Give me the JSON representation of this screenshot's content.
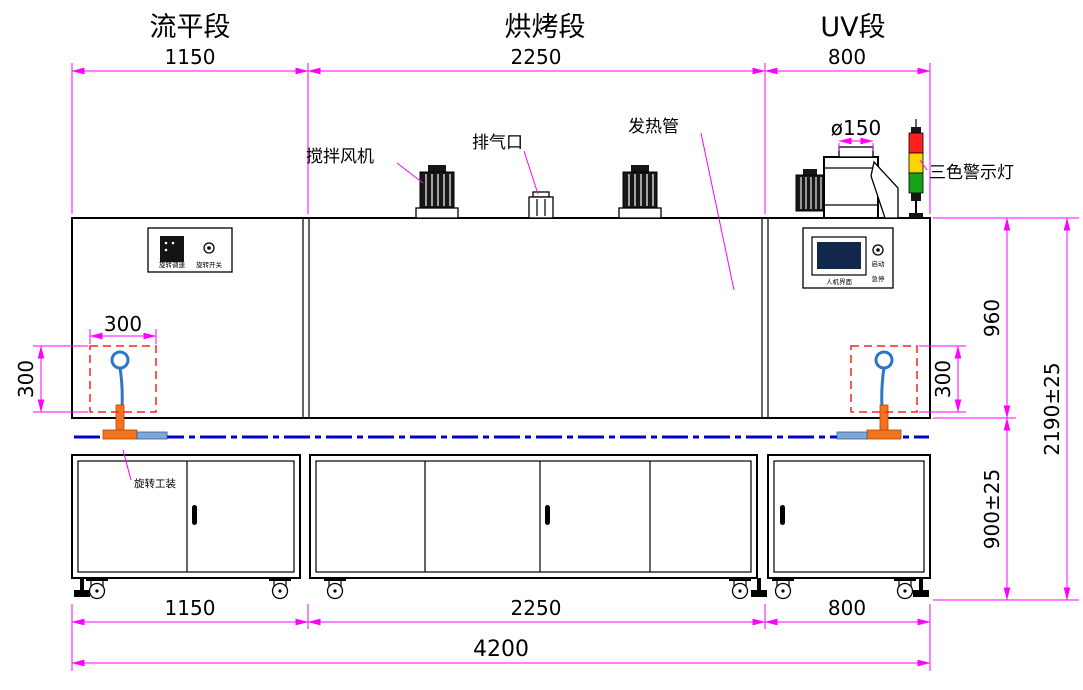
{
  "sections": [
    {
      "label": "流平段"
    },
    {
      "label": "烘烤段"
    },
    {
      "label": "UV段"
    }
  ],
  "dimensions": {
    "top": [
      "1150",
      "2250",
      "800"
    ],
    "bottom": [
      "1150",
      "2250",
      "800"
    ],
    "total_length": "4200",
    "chamber_height": "960",
    "base_height": "900±25",
    "total_height": "2190±25",
    "hook_box_width": "300",
    "hook_box_height_left": "300",
    "hook_box_height_right": "300",
    "duct_diameter": "ø150"
  },
  "callouts": {
    "stir_fan": "搅拌风机",
    "exhaust_port": "排气口",
    "heating_tube": "发热管",
    "warning_light": "三色警示灯",
    "rotary_fixture": "旋转工装"
  },
  "control_panels": {
    "left": {
      "label1": "旋转调速",
      "label2": "旋转开关"
    },
    "right": {
      "screen": "人机界面",
      "btn1": "启动",
      "btn2": "急停"
    }
  },
  "colors": {
    "dimension": "#FF00FF",
    "structure": "#000000",
    "conveyor": "#0000CC",
    "hook": "#2E75C8",
    "fixture": "#F4731F",
    "dashed_box": "#FF2020",
    "light_red": "#FF2020",
    "light_yellow": "#FFD400",
    "light_green": "#17A317"
  }
}
